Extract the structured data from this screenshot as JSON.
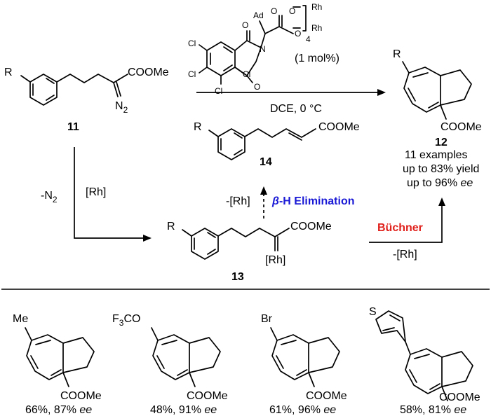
{
  "catalyst": {
    "ad": "Ad",
    "n": "N",
    "o_top": "O",
    "o_bottom": "O",
    "ester_o1": "O",
    "ester_o2": "O",
    "rh_top": "Rh",
    "rh_bottom": "Rh",
    "subscript": "4",
    "cl_labels": [
      "Cl",
      "Cl",
      "Cl",
      "Cl"
    ],
    "loading": "(1 mol%)"
  },
  "conditions": {
    "solvent_temp": "DCE, 0 °C"
  },
  "compound_11": {
    "label": "11",
    "r": "R",
    "ester": "COOMe",
    "n2": "N",
    "n2_sub": "2"
  },
  "compound_12": {
    "label": "12",
    "r": "R",
    "ester": "COOMe",
    "examples": "11 examples",
    "yield": "up to 83% yield",
    "ee_prefix": "up to 96% ",
    "ee": "ee"
  },
  "compound_14": {
    "label": "14",
    "r": "R",
    "ester": "COOMe"
  },
  "compound_13": {
    "label": "13",
    "r": "R",
    "ester": "COOMe",
    "rh": "[Rh]"
  },
  "steps": {
    "loss_n2": "-N",
    "n2_sub": "2",
    "rh_cat": "[Rh]",
    "beta_rh": "-[Rh]",
    "beta_prefix": "β",
    "beta_text": "-H Elimination",
    "buchner": "Büchner",
    "buchner_rh": "-[Rh]"
  },
  "products": [
    {
      "substituent": "Me",
      "ester": "COOMe",
      "result": "66%, 87% ",
      "ee": "ee"
    },
    {
      "substituent": "F3CO",
      "ester": "COOMe",
      "result": "48%, 91% ",
      "ee": "ee"
    },
    {
      "substituent": "Br",
      "ester": "COOMe",
      "result": "61%, 96% ",
      "ee": "ee"
    },
    {
      "substituent": "S",
      "ester": "COOMe",
      "result": "58%, 81% ",
      "ee": "ee"
    }
  ]
}
